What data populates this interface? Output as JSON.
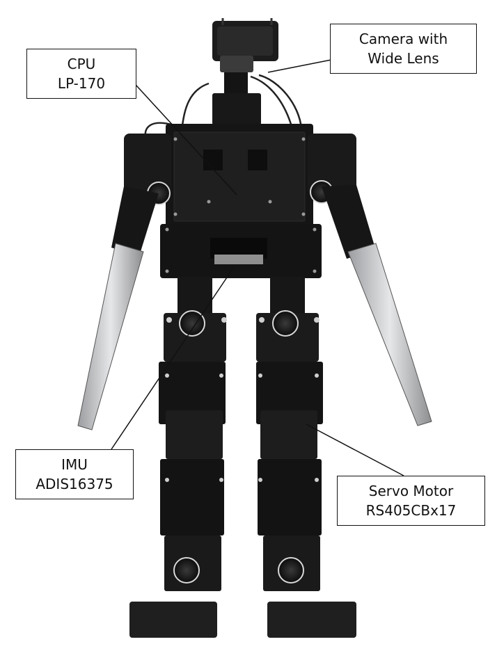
{
  "labels": {
    "cpu": {
      "line1": "CPU",
      "line2": "LP-170"
    },
    "camera": {
      "line1": "Camera with",
      "line2": "Wide Lens"
    },
    "imu": {
      "line1": "IMU",
      "line2": "ADIS16375"
    },
    "servo": {
      "line1": "Servo Motor",
      "line2": "RS405CBx17"
    }
  },
  "colors": {
    "body": "#151515",
    "body_edge": "#2c2c2c",
    "blade": "#cfd0d2",
    "servo_ring": "#d8d8d8",
    "background": "#ffffff",
    "leader_line": "#111111"
  }
}
